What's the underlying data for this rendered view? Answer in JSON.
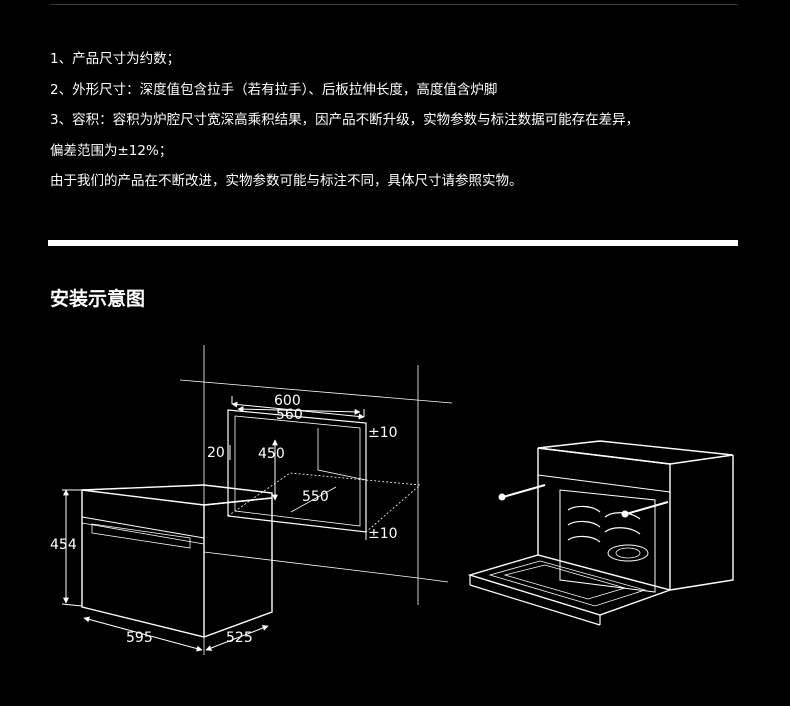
{
  "notes": [
    "1、产品尺寸为约数；",
    "2、外形尺寸：深度值包含拉手（若有拉手）、后板拉伸长度，高度值含炉脚",
    "3、容积：容积为炉腔尺寸宽深高乘积结果，因产品不断升级，实物参数与标注数据可能存在差异，",
    "偏差范围为±12%；",
    "由于我们的产品在不断改进，实物参数可能与标注不同，具体尺寸请参照实物。"
  ],
  "section": {
    "title": "安装示意图"
  },
  "diagram": {
    "cutout_width": "600",
    "cutout_inner_width": "560",
    "tol_top": "±10",
    "tol_bottom": "±10",
    "cutout_offset": "20",
    "cutout_height": "450",
    "cutout_depth": "550",
    "oven_height": "454",
    "oven_width": "595",
    "oven_depth": "525"
  }
}
